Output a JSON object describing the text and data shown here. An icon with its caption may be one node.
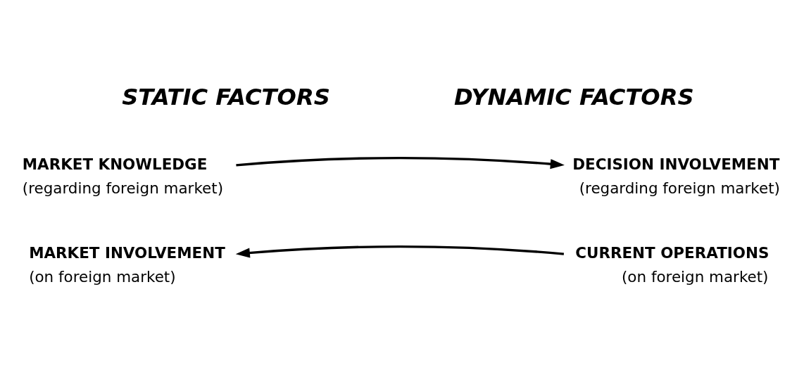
{
  "diagram": {
    "nodes": [
      {
        "text": [
          "MARKET KNOWLEDGE",
          "(regarding foreign market)"
        ]
      },
      {
        "text": [
          "DECISION INVOLVEMENT",
          "(regarding foreign market)"
        ]
      },
      {
        "text": [
          "MARKET INVOLVEMENT",
          "(on foreign market)"
        ]
      },
      {
        "text": [
          "CURRENT OPERATIONS",
          "(on foreign market)"
        ]
      }
    ],
    "edges": [
      {
        "from": 0,
        "to": 1,
        "arrow": "to"
      },
      {
        "from": 3,
        "to": 2,
        "arrow": "to"
      }
    ],
    "labels": [
      "STATIC FACTORS",
      "DYNAMIC FACTORS"
    ]
  }
}
